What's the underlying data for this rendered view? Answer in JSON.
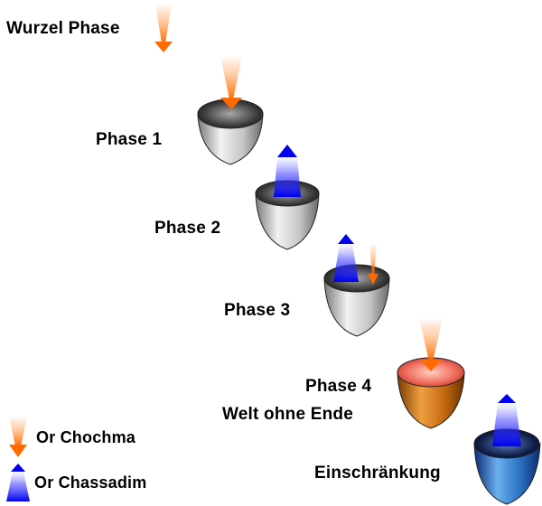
{
  "colors": {
    "or_chochma": "#ff6a00",
    "or_chassadim": "#0000ee",
    "vessel_gray": "#b0b0b0",
    "vessel_orange": "#c86a10",
    "vessel_blue": "#2060b0"
  },
  "labels": {
    "root": "Wurzel Phase",
    "phase1": "Phase 1",
    "phase2": "Phase 2",
    "phase3": "Phase 3",
    "phase4": "Phase 4",
    "phase4_sub": "Welt ohne Ende",
    "restriction": "Einschränkung"
  },
  "legend": {
    "chochma": "Or Chochma",
    "chassadim": "Or Chassadim"
  }
}
